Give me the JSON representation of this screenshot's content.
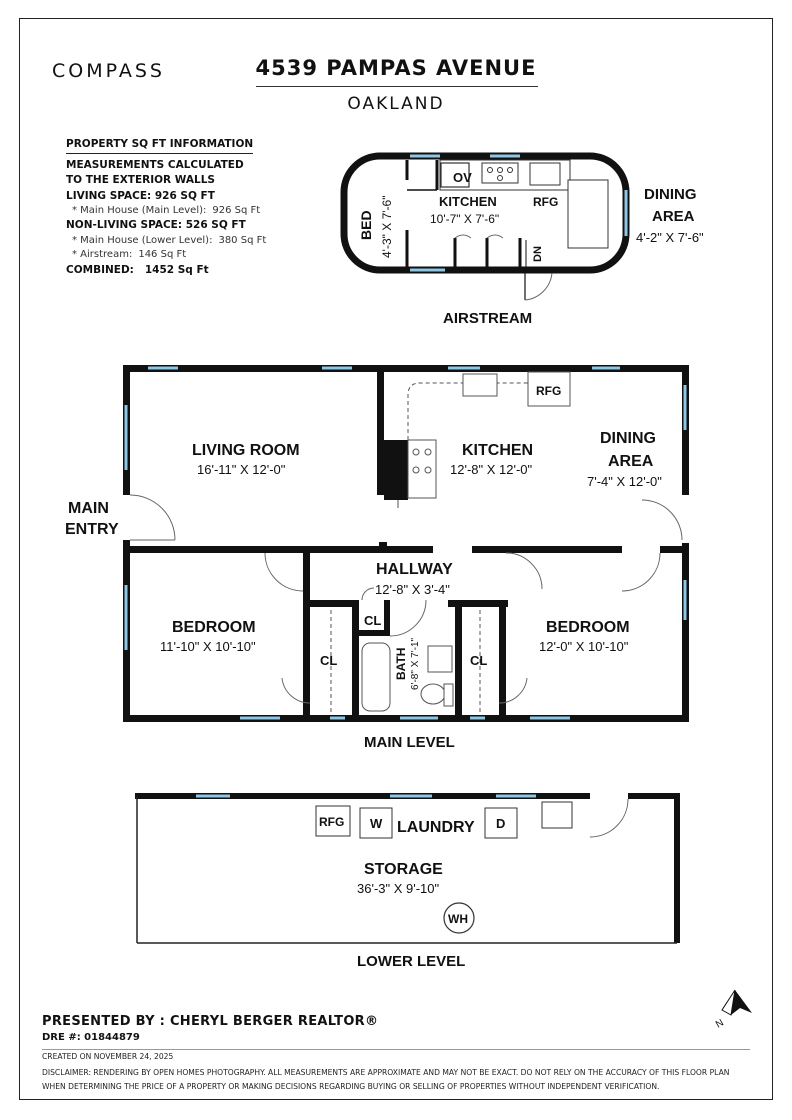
{
  "brand": {
    "logo": "COMPASS"
  },
  "header": {
    "address": "4539 PAMPAS AVENUE",
    "city": "OAKLAND"
  },
  "sqft_info": {
    "heading": "PROPERTY SQ FT INFORMATION",
    "calc_line1": "MEASUREMENTS CALCULATED",
    "calc_line2": "TO THE EXTERIOR WALLS",
    "living_label": "LIVING SPACE: 926 SQ FT",
    "living_items": [
      {
        "name": "*   Main House (Main Level):",
        "value": "926 Sq Ft"
      }
    ],
    "nonliving_label": "NON-LIVING SPACE: 526 SQ FT",
    "nonliving_items": [
      {
        "name": "*   Main House (Lower Level):",
        "value": "380 Sq Ft"
      },
      {
        "name": "*   Airstream:",
        "value": "146 Sq Ft"
      }
    ],
    "combined_label": "COMBINED:",
    "combined_value": "1452  Sq Ft"
  },
  "airstream": {
    "title": "AIRSTREAM",
    "bed_label": "BED",
    "bed_dim": "4'-3\" X 7'-6\"",
    "kitchen_label": "KITCHEN",
    "kitchen_dim": "10'-7\" X 7'-6\"",
    "dining_label1": "DINING",
    "dining_label2": "AREA",
    "dining_dim": "4'-2\" X 7'-6\"",
    "ov": "OV",
    "rfg": "RFG",
    "dn": "DN"
  },
  "main_level": {
    "title": "MAIN LEVEL",
    "main_entry1": "MAIN",
    "main_entry2": "ENTRY",
    "living_label": "LIVING ROOM",
    "living_dim": "16'-11\" X 12'-0\"",
    "kitchen_label": "KITCHEN",
    "kitchen_dim": "12'-8\" X 12'-0\"",
    "dining_label1": "DINING",
    "dining_label2": "AREA",
    "dining_dim": "7'-4\" X 12'-0\"",
    "rfg": "RFG",
    "cl": "CL",
    "hallway_label": "HALLWAY",
    "hallway_dim": "12'-8\" X 3'-4\"",
    "bedroom1_label": "BEDROOM",
    "bedroom1_dim": "11'-10\" X 10'-10\"",
    "bedroom2_label": "BEDROOM",
    "bedroom2_dim": "12'-0\" X 10'-10\"",
    "bath_label": "BATH",
    "bath_dim": "6'-8\" X 7'-1\""
  },
  "lower_level": {
    "title": "LOWER LEVEL",
    "rfg": "RFG",
    "w": "W",
    "laundry": "LAUNDRY",
    "d": "D",
    "storage_label": "STORAGE",
    "storage_dim": "36'-3\" X 9'-10\"",
    "wh": "WH"
  },
  "compass_rose": {
    "label": "N"
  },
  "footer": {
    "presented": "PRESENTED BY : CHERYL BERGER REALTOR®",
    "dre": "DRE #: 01844879",
    "created": "CREATED ON NOVEMBER 24, 2025",
    "disclaimer1": "DISCLAIMER: RENDERING BY OPEN HOMES PHOTOGRAPHY. ALL MEASUREMENTS ARE APPROXIMATE AND MAY NOT BE EXACT. DO NOT RELY ON THE ACCURACY OF THIS FLOOR PLAN",
    "disclaimer2": "WHEN DETERMINING THE PRICE OF A PROPERTY OR MAKING DECISIONS REGARDING BUYING OR SELLING OF PROPERTIES WITHOUT INDEPENDENT VERIFICATION."
  },
  "colors": {
    "wall": "#111111",
    "window": "#8fc7e6",
    "fixture": "#444444"
  }
}
